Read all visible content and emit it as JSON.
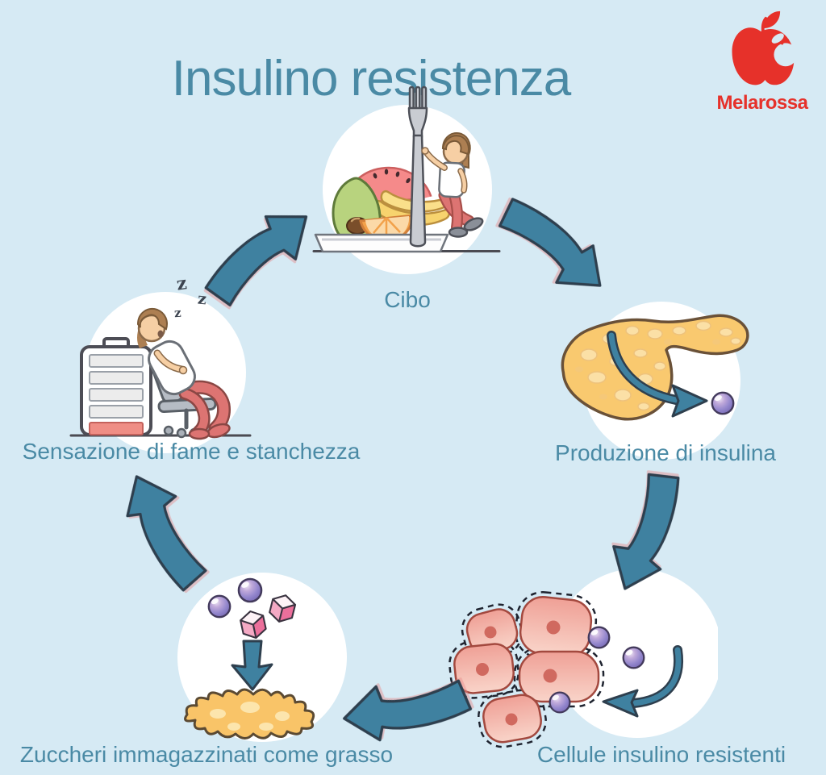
{
  "title": "Insulino resistenza",
  "logo": {
    "brand": "Melarossa",
    "color": "#e6312a",
    "icon": "red-apple-with-bite"
  },
  "colors": {
    "background": "#d6eaf4",
    "heading_teal": "#4a8aa5",
    "arrow_teal": "#3f81a0",
    "arrow_outline": "#2e3f4e",
    "insulin_purple": "#8b7fc7",
    "cell_pink": "#f2a79c",
    "pancreas_yellow": "#f9c96f",
    "fat_yellow": "#f9c468",
    "battery_low_red": "#ef8e85"
  },
  "cycle": {
    "nodes": [
      {
        "id": "cibo",
        "label": "Cibo",
        "icon": "plate-of-fruit-with-fork-and-person"
      },
      {
        "id": "produzione-insulina",
        "label": "Produzione di insulina",
        "icon": "pancreas-releasing-insulin"
      },
      {
        "id": "cellule-resistenti",
        "label": "Cellule insulino resistenti",
        "icon": "cell-cluster-with-insulin-spheres"
      },
      {
        "id": "zuccheri-grasso",
        "label": "Zuccheri immagazzinati come grasso",
        "icon": "sugar-cubes-turning-to-fat"
      },
      {
        "id": "fame-stanchezza",
        "label": "Sensazione di fame e stanchezza",
        "icon": "tired-person-low-battery"
      }
    ],
    "sleep_zs": [
      "z",
      "z",
      "z"
    ]
  }
}
